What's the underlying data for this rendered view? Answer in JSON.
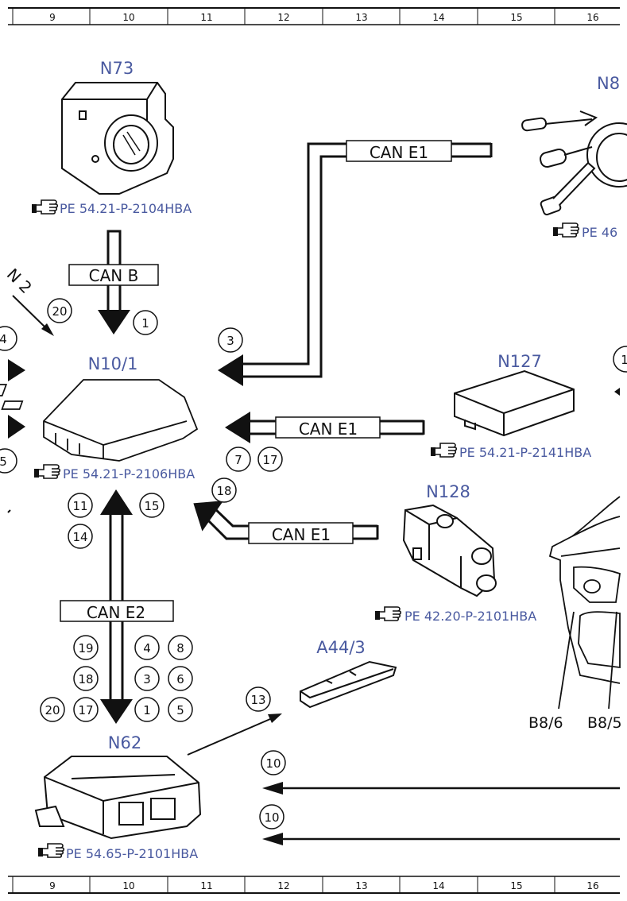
{
  "ruler": {
    "columns": [
      "9",
      "10",
      "11",
      "12",
      "13",
      "14",
      "15",
      "16"
    ]
  },
  "components": {
    "n73": {
      "title": "N73",
      "ref": "PE 54.21-P-2104HBA"
    },
    "n8": {
      "title": "N8",
      "ref": "PE 46"
    },
    "n10_1": {
      "title": "N10/1",
      "ref": "PE 54.21-P-2106HBA"
    },
    "n127": {
      "title": "N127",
      "ref": "PE 54.21-P-2141HBA"
    },
    "n128": {
      "title": "N128",
      "ref": "PE 42.20-P-2101HBA"
    },
    "a44_3": {
      "title": "A44/3"
    },
    "n62": {
      "title": "N62",
      "ref": "PE 54.65-P-2101HBA"
    },
    "b8_6": {
      "title": "B8/6"
    },
    "b8_5": {
      "title": "B8/5"
    }
  },
  "buses": {
    "can_e1_top": "CAN E1",
    "can_b": "CAN B",
    "can_e1_n127": "CAN E1",
    "can_e1_n128": "CAN E1",
    "can_e2": "CAN E2",
    "can_2_partial": "N 2"
  },
  "markers": {
    "m20_top": "20",
    "m1_top": "1",
    "m3_top": "3",
    "m4_left": "4",
    "m5_left": "5",
    "m7": "7",
    "m17_n127": "17",
    "m18_n128": "18",
    "m11": "11",
    "m15": "15",
    "m14": "14",
    "m19": "19",
    "m18_e2": "18",
    "m20_e2": "20",
    "m17_e2": "17",
    "m4_e2": "4",
    "m8_e2": "8",
    "m3_e2": "3",
    "m6_e2": "6",
    "m1_e2": "1",
    "m5_e2": "5",
    "m13": "13",
    "m10_a": "10",
    "m10_b": "10",
    "m_partial_right": "1"
  },
  "colors": {
    "label_blue": "#4a5aa0",
    "line": "#111111"
  },
  "icons": {
    "reference": "pointing-hand-icon"
  }
}
